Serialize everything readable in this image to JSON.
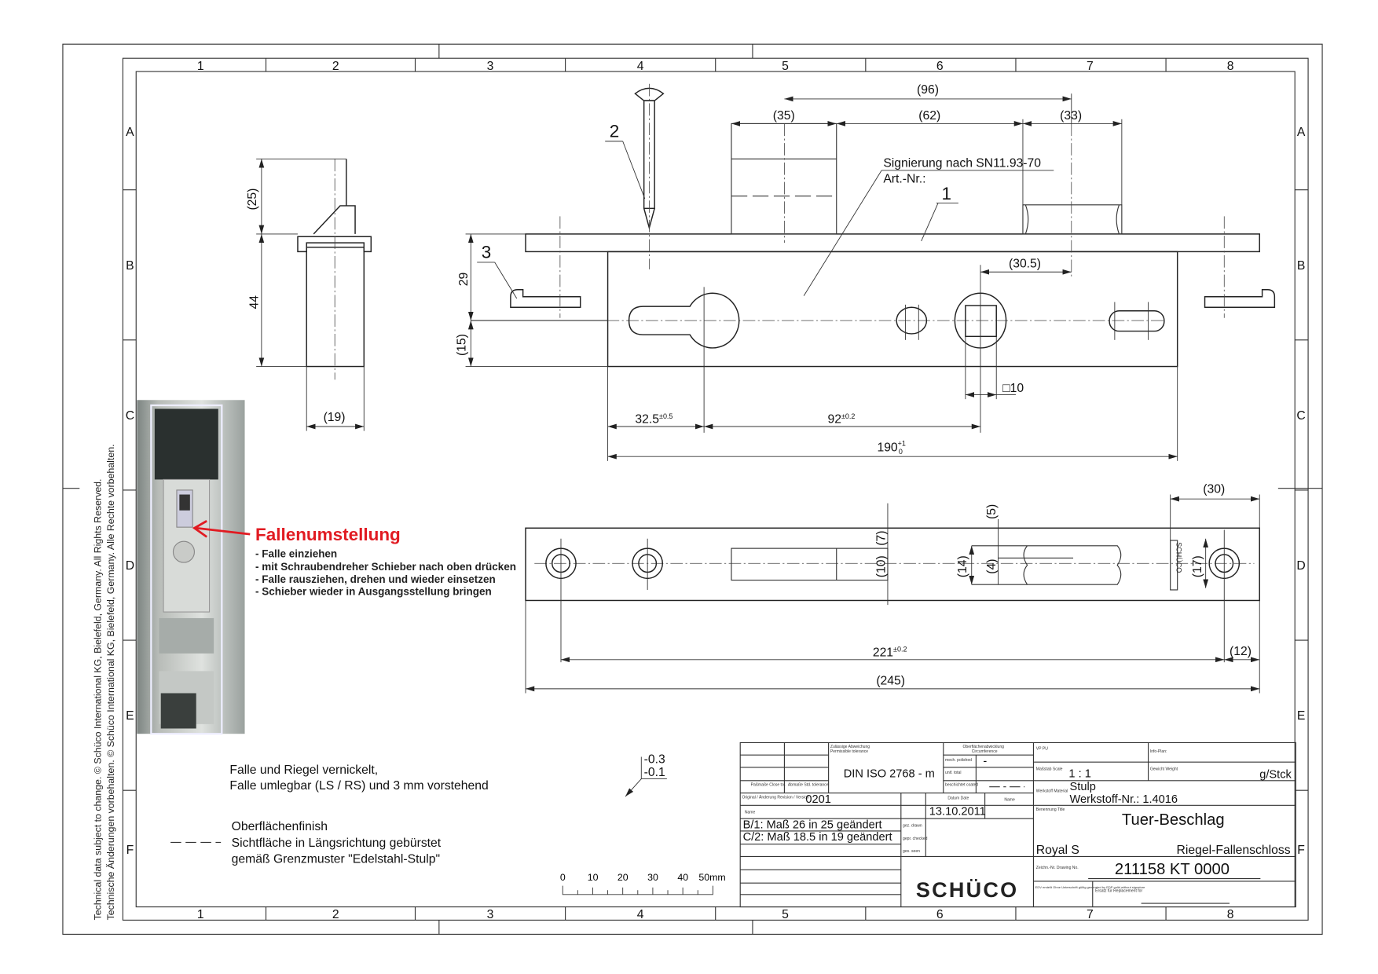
{
  "sheet": {
    "column_labels": [
      "1",
      "2",
      "3",
      "4",
      "5",
      "6",
      "7",
      "8"
    ],
    "row_labels": [
      "A",
      "B",
      "C",
      "D",
      "E",
      "F"
    ],
    "side_text": [
      "Technical data subject to change. © Schüco International KG, Bielefeld, Germany. All Rights Reserved.",
      "Technische Änderungen vorbehalten. © Schüco International KG, Bielefeld, Germany. Alle Rechte vorbehalten."
    ]
  },
  "side_view": {
    "dim_25": "(25)",
    "dim_44": "44",
    "dim_19": "(19)"
  },
  "top_view": {
    "pos_1": "1",
    "pos_2": "2",
    "pos_3": "3",
    "signierung": "Signierung nach SN11.93-70",
    "art_nr": "Art.-Nr.:",
    "dim_96": "(96)",
    "dim_35": "(35)",
    "dim_62": "(62)",
    "dim_33": "(33)",
    "dim_30_5": "(30.5)",
    "dim_29": "29",
    "dim_15": "(15)",
    "dim_32_5": "32.5",
    "tol_32_5": "±0.5",
    "dim_92": "92",
    "tol_92": "±0.2",
    "dim_190": "190",
    "tol_190_upper": "+1",
    "tol_190_lower": "0",
    "dim_square": "□10"
  },
  "front_view": {
    "dim_30": "(30)",
    "dim_5": "(5)",
    "dim_7": "(7)",
    "dim_10": "(10)",
    "dim_14": "(14)",
    "dim_4": "(4)",
    "dim_17": "(17)",
    "dim_221": "221",
    "tol_221": "±0.2",
    "dim_12": "(12)",
    "dim_245": "(245)",
    "marking": "SCHÜCO"
  },
  "instructions": {
    "title": "Fallenumstellung",
    "steps": [
      "- Falle einziehen",
      "- mit Schraubendreher Schieber nach oben drücken",
      "- Falle rausziehen, drehen und wieder einsetzen",
      "- Schieber wieder in Ausgangsstellung bringen"
    ],
    "accent": "#e11b22"
  },
  "notes": {
    "line1": "Falle und Riegel  vernickelt,",
    "line2": "Falle umlegbar (LS / RS) und 3 mm vorstehend",
    "finish_title": "Oberflächenfinish",
    "finish_line1": "Sichtfläche in Längsrichtung gebürstet",
    "finish_line2": "gemäß Grenzmuster \"Edelstahl-Stulp\"",
    "tol_upper": "-0.3",
    "tol_lower": "-0.1"
  },
  "scale_bar": {
    "ticks": [
      "0",
      "10",
      "20",
      "30",
      "40",
      "50mm"
    ]
  },
  "title_block": {
    "tolerance_label": "Zulässige Abweichung",
    "tolerance_label_en": "Permissible tolerance",
    "tolerance_value": "DIN ISO 2768 - m",
    "surface_label": "Oberflächenabwicklung",
    "surface_label_en": "Circumference",
    "mech_polished": "mech. polished",
    "mech_value": "-",
    "unif": "unif. total",
    "coated": "beschichtet coated",
    "passmasse": "Paßmaße Close tol.",
    "abmasse": "Abmaße Std. tolerance",
    "revision_label": "Original / Änderung Revision / Version",
    "revision": "0201",
    "date_label": "Datum Date",
    "name_label": "Name",
    "name_row_label": "Name",
    "date": "13.10.2011",
    "changes": [
      "B/1: Maß 26 in 25 geändert",
      "C/2: Maß 18.5 in 19 geändert"
    ],
    "drawn": "gez. drawn",
    "checked": "gepr. checked",
    "seen": "ges. seen",
    "vp": "VP PU",
    "info_plan": "Info-Plan:",
    "scale_label": "Maßstab Scale",
    "scale": "1 : 1",
    "weight_label": "Gewicht Weight",
    "weight_unit": "g/Stck",
    "material_label": "Werkstoff Material",
    "material": "Stulp",
    "material_nr": "Werkstoff-Nr.: 1.4016",
    "title_label": "Benennung Title",
    "title": "Tuer-Beschlag",
    "series": "Royal S",
    "product": "Riegel-Fallenschloss",
    "drawing_no_label": "Zeichn.-Nr. Drawing No.",
    "drawing_no": "211158 KT 0000",
    "edv": "EDV erstellt Ohne Unterschrift gültig generated by EDP valid without signature",
    "replacement": "Ersatz für Replacement for",
    "logo": "SCHÜCO"
  }
}
